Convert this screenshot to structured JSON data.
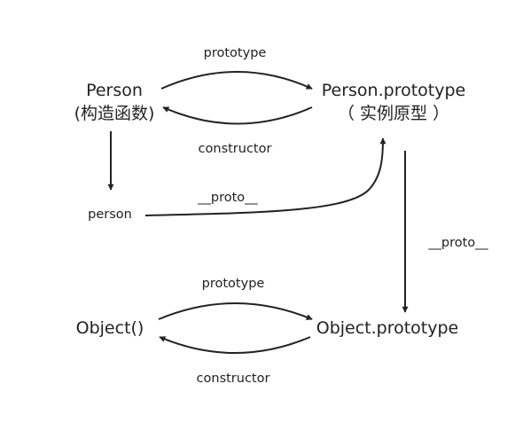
{
  "nodes": {
    "person_ctor": {
      "name": "Person",
      "subtitle": "(构造函数)"
    },
    "person_proto": {
      "name": "Person.prototype",
      "subtitle": "（ 实例原型 ）"
    },
    "person_instance": {
      "name": "person"
    },
    "object_ctor": {
      "name": "Object()"
    },
    "object_proto": {
      "name": "Object.prototype"
    }
  },
  "edges": {
    "person_prototype": "prototype",
    "person_constructor": "constructor",
    "instance_proto": "__proto__",
    "person_proto_proto": "__proto__",
    "object_prototype": "prototype",
    "object_constructor": "constructor"
  },
  "colors": {
    "ink": "#222222",
    "background": "#ffffff"
  }
}
